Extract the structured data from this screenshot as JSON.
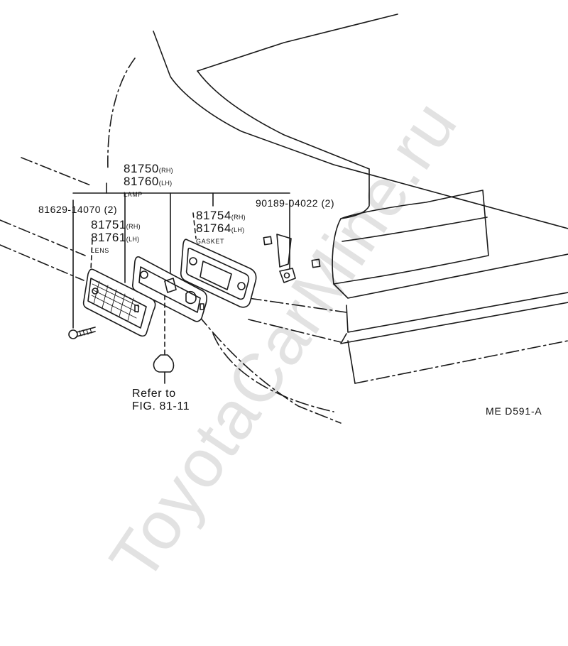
{
  "watermark": "ToyotaCarMine.ru",
  "labels": {
    "lamp_rh": "81750",
    "lamp_rh_side": "(RH)",
    "lamp_lh": "81760",
    "lamp_lh_side": "(LH)",
    "lamp_name": "LAMP",
    "screw_part": "81629-14070",
    "screw_qty": "(2)",
    "lens_rh": "81751",
    "lens_rh_side": "(RH)",
    "lens_lh": "81761",
    "lens_lh_side": "(LH)",
    "lens_name": "LENS",
    "gasket_rh": "81754",
    "gasket_rh_side": "(RH)",
    "gasket_lh": "81764",
    "gasket_lh_side": "(LH)",
    "gasket_name": "GASKET",
    "clip_part": "90189-04022",
    "clip_qty": "(2)",
    "refer_line1": "Refer to",
    "refer_line2": "FIG. 81-11",
    "figure_code": "ME  D591-A"
  }
}
